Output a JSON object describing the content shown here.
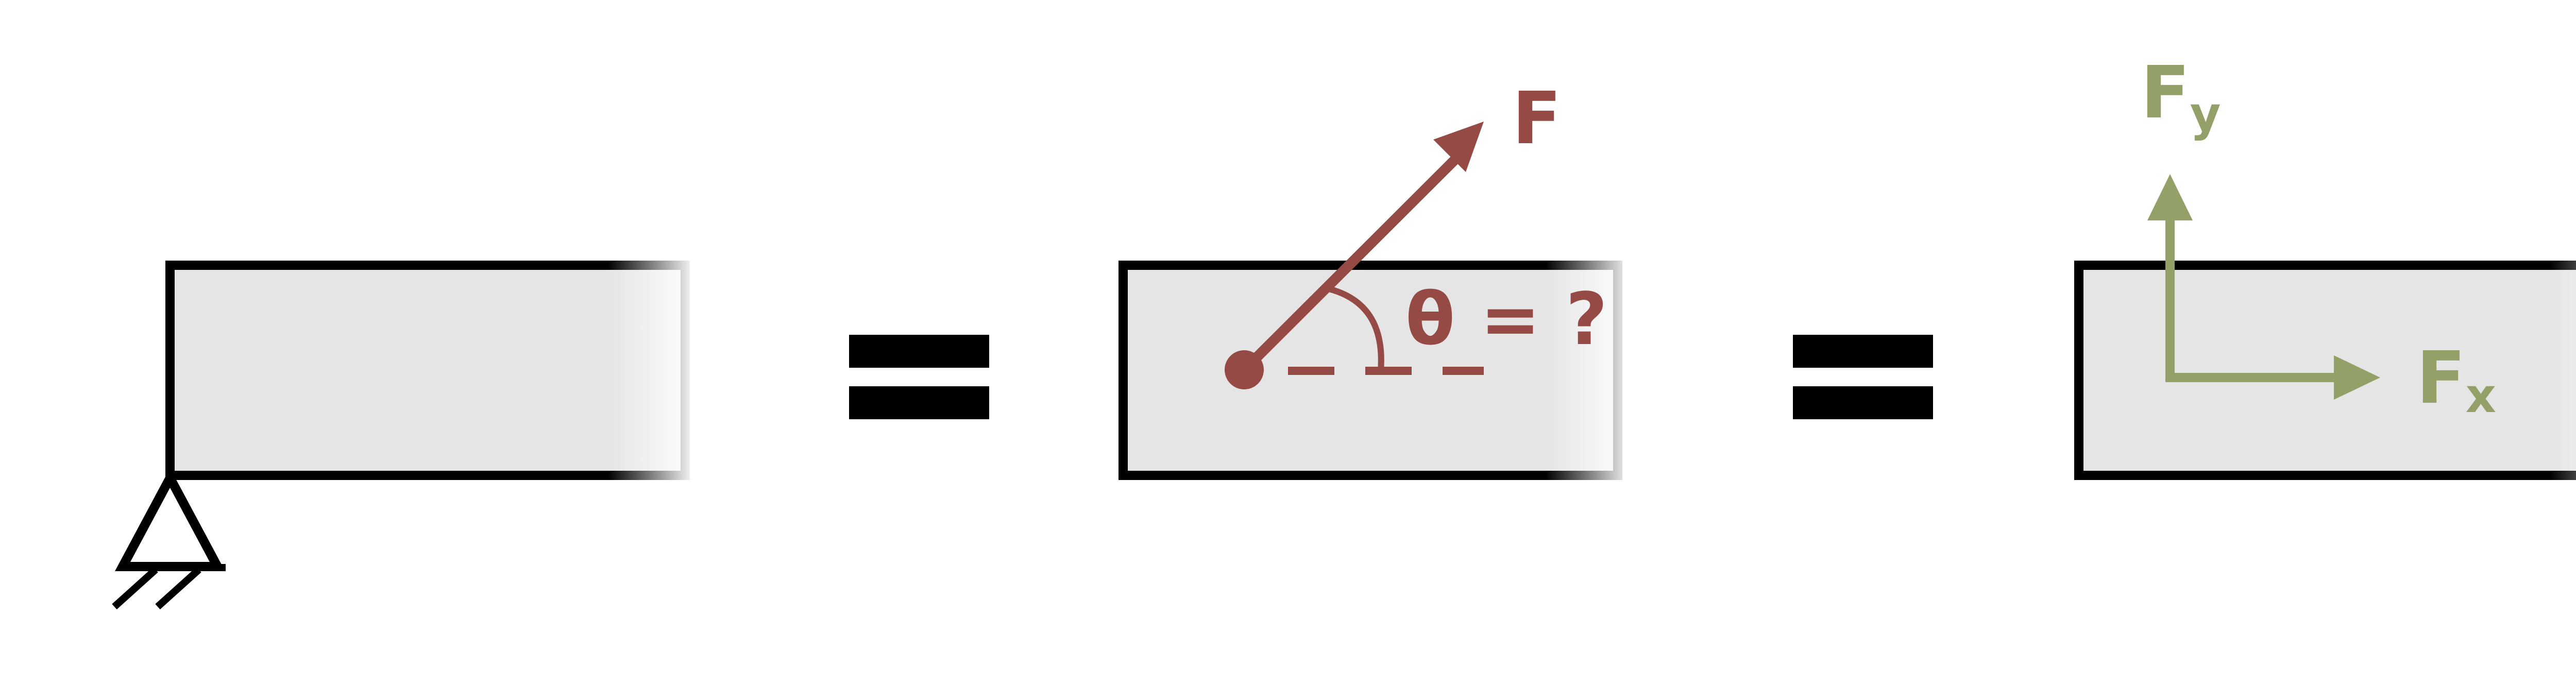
{
  "colors": {
    "outline": "#000000",
    "beam_fill": "#e5e5e5",
    "force": "#954a45",
    "components": "#93a068",
    "background": "#ffffff"
  },
  "left_panel": {
    "support": "pin-support-icon"
  },
  "middle_panel": {
    "force_label": "F",
    "angle_label": "θ = ?"
  },
  "right_panel": {
    "fx_main": "F",
    "fx_sub": "x",
    "fy_main": "F",
    "fy_sub": "y"
  },
  "equals_sign_1": "equals-icon",
  "equals_sign_2": "equals-icon"
}
